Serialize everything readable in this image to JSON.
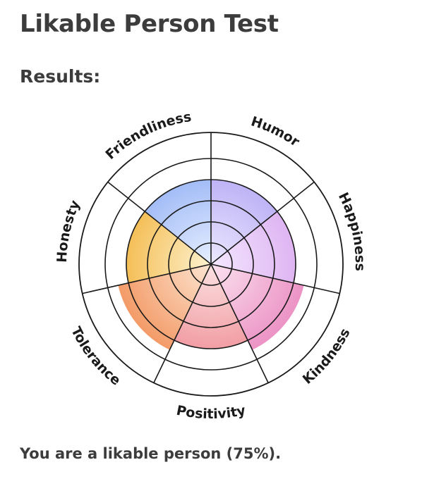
{
  "page": {
    "title": "Likable Person Test",
    "results_heading": "Results:",
    "summary": "You are a likable person (75%)."
  },
  "chart_data": {
    "type": "radial",
    "scale": {
      "min": 0,
      "max": 5,
      "rings": 5
    },
    "categories": [
      {
        "name": "Humor",
        "value": 4.0,
        "color_inner": "#ece8ff",
        "color_outer": "#b3a6f3"
      },
      {
        "name": "Happiness",
        "value": 4.0,
        "color_inner": "#f4e8ff",
        "color_outer": "#d9a8ef"
      },
      {
        "name": "Kindness",
        "value": 4.5,
        "color_inner": "#fbe3f0",
        "color_outer": "#ea8ac0"
      },
      {
        "name": "Positivity",
        "value": 4.0,
        "color_inner": "#fbe2e2",
        "color_outer": "#ef8d95"
      },
      {
        "name": "Tolerance",
        "value": 4.5,
        "color_inner": "#fde5d2",
        "color_outer": "#f2935c"
      },
      {
        "name": "Honesty",
        "value": 4.0,
        "color_inner": "#fdf2cf",
        "color_outer": "#f2b23a"
      },
      {
        "name": "Friendliness",
        "value": 4.0,
        "color_inner": "#e6efff",
        "color_outer": "#93b0f5"
      }
    ]
  }
}
